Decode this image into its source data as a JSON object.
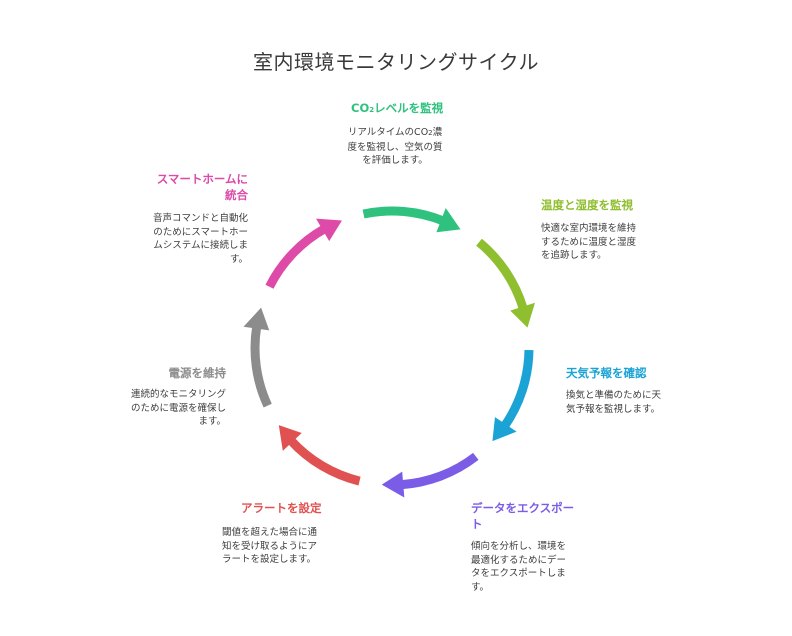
{
  "title": "室内環境モニタリングサイクル",
  "steps": [
    {
      "key": "co2",
      "title_main": "CO",
      "title_sub": "2",
      "title_rest": "レベルを監視",
      "desc_line1": "リアルタイムのCO",
      "desc_line1_sub": "2",
      "desc_line1_rest": "濃",
      "desc_line2": "度を監視し、空気の質",
      "desc_line3": "を評価します。",
      "color": "#2ec27e"
    },
    {
      "key": "temp",
      "title": "温度と湿度を監視",
      "desc_lines": [
        "快適な室内環境を維持",
        "するために温度と湿度",
        "を追跡します。"
      ],
      "color": "#8fbe2f"
    },
    {
      "key": "weather",
      "title": "天気予報を確認",
      "desc_lines": [
        "換気と準備のために天",
        "気予報を監視します。"
      ],
      "color": "#1aa3d4"
    },
    {
      "key": "export",
      "title_lines": [
        "データをエクスポー",
        "ト"
      ],
      "desc_lines": [
        "傾向を分析し、環境を",
        "最適化するためにデー",
        "タをエクスポートしま",
        "す。"
      ],
      "color": "#7b5ce6"
    },
    {
      "key": "alert",
      "title": "アラートを設定",
      "desc_lines": [
        "閾値を超えた場合に通",
        "知を受け取るようにア",
        "ラートを設定します。"
      ],
      "color": "#e05252"
    },
    {
      "key": "power",
      "title": "電源を維持",
      "desc_lines": [
        "連続的なモニタリング",
        "のために電源を確保し",
        "ます。"
      ],
      "color": "#8c8c8c"
    },
    {
      "key": "smarthome",
      "title_lines": [
        "スマートホームに",
        "統合"
      ],
      "desc_lines": [
        "音声コマンドと自動化",
        "のためにスマートホー",
        "ムシステムに接続しま",
        "す。"
      ],
      "color": "#dd4aa8"
    }
  ]
}
